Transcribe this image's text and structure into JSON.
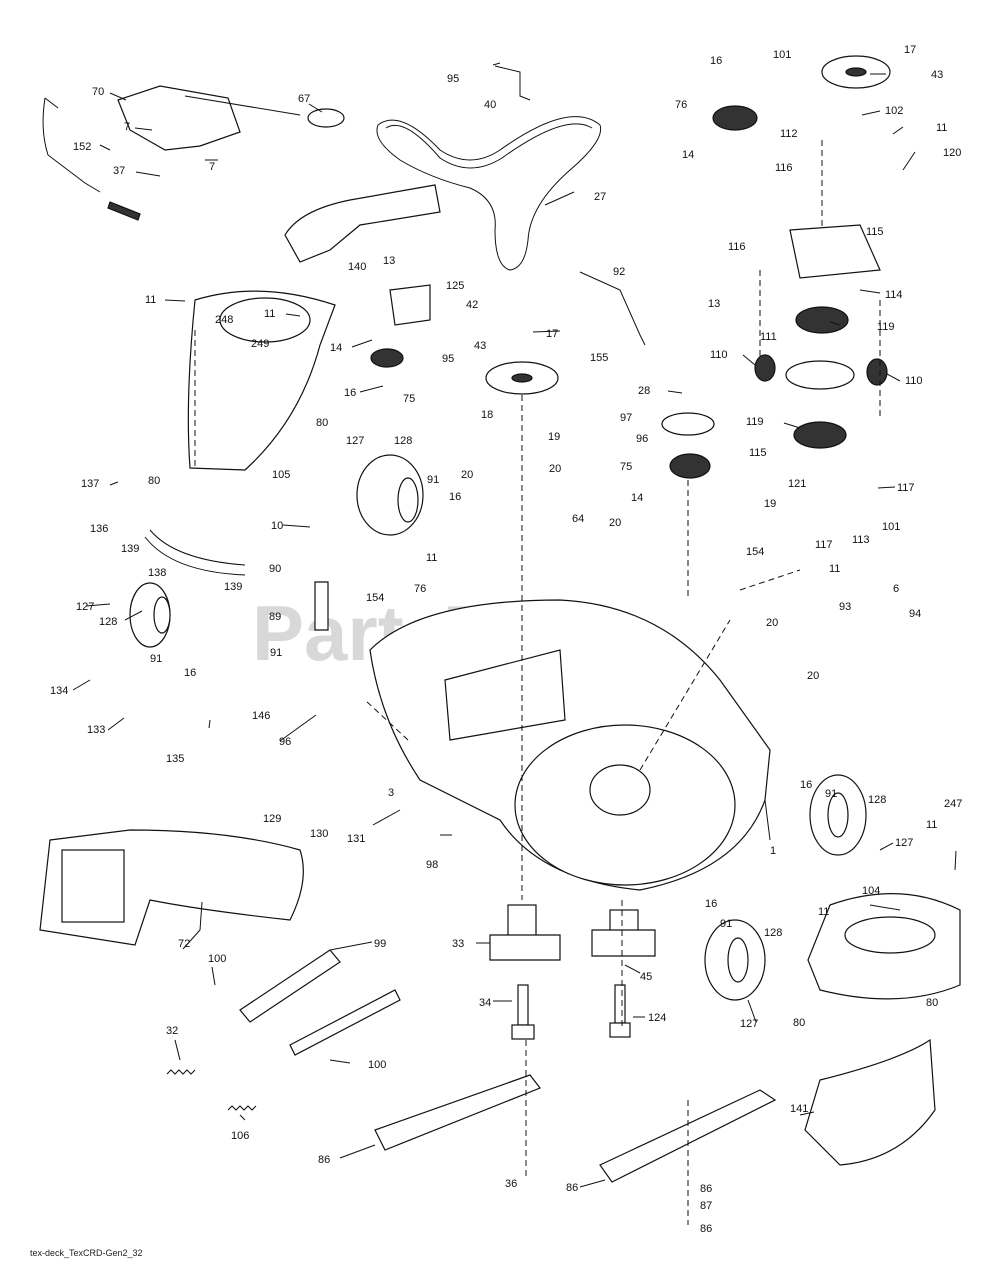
{
  "diagram": {
    "watermark": "PartsTree",
    "footer": "tex-deck_TexCRD-Gen2_32",
    "callouts": [
      {
        "id": "c70",
        "text": "70"
      },
      {
        "id": "c67",
        "text": "67"
      },
      {
        "id": "c7a",
        "text": "7"
      },
      {
        "id": "c152",
        "text": "152"
      },
      {
        "id": "c37",
        "text": "37"
      },
      {
        "id": "c7b",
        "text": "7"
      },
      {
        "id": "c95a",
        "text": "95"
      },
      {
        "id": "c40",
        "text": "40"
      },
      {
        "id": "c27",
        "text": "27"
      },
      {
        "id": "c140",
        "text": "140"
      },
      {
        "id": "c13a",
        "text": "13"
      },
      {
        "id": "c125",
        "text": "125"
      },
      {
        "id": "c42",
        "text": "42"
      },
      {
        "id": "c95b",
        "text": "95"
      },
      {
        "id": "c11a",
        "text": "11"
      },
      {
        "id": "c248",
        "text": "248"
      },
      {
        "id": "c11b",
        "text": "11"
      },
      {
        "id": "c249",
        "text": "249"
      },
      {
        "id": "c14a",
        "text": "14"
      },
      {
        "id": "c16a",
        "text": "16"
      },
      {
        "id": "c75a",
        "text": "75"
      },
      {
        "id": "c105",
        "text": "105"
      },
      {
        "id": "c80a",
        "text": "80"
      },
      {
        "id": "c80b",
        "text": "80"
      },
      {
        "id": "c127a",
        "text": "127"
      },
      {
        "id": "c128a",
        "text": "128"
      },
      {
        "id": "c91a",
        "text": "91"
      },
      {
        "id": "c16b",
        "text": "16"
      },
      {
        "id": "c137",
        "text": "137"
      },
      {
        "id": "c136",
        "text": "136"
      },
      {
        "id": "c139a",
        "text": "139"
      },
      {
        "id": "c138",
        "text": "138"
      },
      {
        "id": "c139b",
        "text": "139"
      },
      {
        "id": "c10",
        "text": "10"
      },
      {
        "id": "c90",
        "text": "90"
      },
      {
        "id": "c89",
        "text": "89"
      },
      {
        "id": "c91b",
        "text": "91"
      },
      {
        "id": "c127b",
        "text": "127"
      },
      {
        "id": "c128b",
        "text": "128"
      },
      {
        "id": "c91c",
        "text": "91"
      },
      {
        "id": "c16c",
        "text": "16"
      },
      {
        "id": "c134",
        "text": "134"
      },
      {
        "id": "c133",
        "text": "133"
      },
      {
        "id": "c146",
        "text": "146"
      },
      {
        "id": "c135",
        "text": "135"
      },
      {
        "id": "c96",
        "text": "96"
      },
      {
        "id": "c3",
        "text": "3"
      },
      {
        "id": "c129",
        "text": "129"
      },
      {
        "id": "c130",
        "text": "130"
      },
      {
        "id": "c131",
        "text": "131"
      },
      {
        "id": "c98",
        "text": "98"
      },
      {
        "id": "c72",
        "text": "72"
      },
      {
        "id": "c100a",
        "text": "100"
      },
      {
        "id": "c99",
        "text": "99"
      },
      {
        "id": "c32",
        "text": "32"
      },
      {
        "id": "c100b",
        "text": "100"
      },
      {
        "id": "c106",
        "text": "106"
      },
      {
        "id": "c86a",
        "text": "86"
      },
      {
        "id": "c36",
        "text": "36"
      },
      {
        "id": "c33",
        "text": "33"
      },
      {
        "id": "c34",
        "text": "34"
      },
      {
        "id": "c45",
        "text": "45"
      },
      {
        "id": "c124",
        "text": "124"
      },
      {
        "id": "c86b",
        "text": "86"
      },
      {
        "id": "c86c",
        "text": "86"
      },
      {
        "id": "c87",
        "text": "87"
      },
      {
        "id": "c86d",
        "text": "86"
      },
      {
        "id": "c92",
        "text": "92"
      },
      {
        "id": "c155",
        "text": "155"
      },
      {
        "id": "c43a",
        "text": "43"
      },
      {
        "id": "c17a",
        "text": "17"
      },
      {
        "id": "c18",
        "text": "18"
      },
      {
        "id": "c19a",
        "text": "19"
      },
      {
        "id": "c20a",
        "text": "20"
      },
      {
        "id": "c20b",
        "text": "20"
      },
      {
        "id": "c64",
        "text": "64"
      },
      {
        "id": "c11c",
        "text": "11"
      },
      {
        "id": "c76a",
        "text": "76"
      },
      {
        "id": "c20c",
        "text": "20"
      },
      {
        "id": "c154a",
        "text": "154"
      },
      {
        "id": "c28",
        "text": "28"
      },
      {
        "id": "c97",
        "text": "97"
      },
      {
        "id": "c96b",
        "text": "96"
      },
      {
        "id": "c75b",
        "text": "75"
      },
      {
        "id": "c14b",
        "text": "14"
      },
      {
        "id": "c154b",
        "text": "154"
      },
      {
        "id": "c11d",
        "text": "11"
      },
      {
        "id": "c93",
        "text": "93"
      },
      {
        "id": "c6",
        "text": "6"
      },
      {
        "id": "c94",
        "text": "94"
      },
      {
        "id": "c20d",
        "text": "20"
      },
      {
        "id": "c20e",
        "text": "20"
      },
      {
        "id": "c1",
        "text": "1"
      },
      {
        "id": "c16d",
        "text": "16"
      },
      {
        "id": "c91d",
        "text": "91"
      },
      {
        "id": "c128c",
        "text": "128"
      },
      {
        "id": "c127c",
        "text": "127"
      },
      {
        "id": "c11e",
        "text": "11"
      },
      {
        "id": "c247",
        "text": "247"
      },
      {
        "id": "c104",
        "text": "104"
      },
      {
        "id": "c11f",
        "text": "11"
      },
      {
        "id": "c80c",
        "text": "80"
      },
      {
        "id": "c80d",
        "text": "80"
      },
      {
        "id": "c16e",
        "text": "16"
      },
      {
        "id": "c91e",
        "text": "91"
      },
      {
        "id": "c128d",
        "text": "128"
      },
      {
        "id": "c127d",
        "text": "127"
      },
      {
        "id": "c141",
        "text": "141"
      },
      {
        "id": "c16f",
        "text": "16"
      },
      {
        "id": "c101a",
        "text": "101"
      },
      {
        "id": "c17b",
        "text": "17"
      },
      {
        "id": "c43b",
        "text": "43"
      },
      {
        "id": "c76b",
        "text": "76"
      },
      {
        "id": "c102",
        "text": "102"
      },
      {
        "id": "c112",
        "text": "112"
      },
      {
        "id": "c11g",
        "text": "11"
      },
      {
        "id": "c14c",
        "text": "14"
      },
      {
        "id": "c116a",
        "text": "116"
      },
      {
        "id": "c120",
        "text": "120"
      },
      {
        "id": "c116b",
        "text": "116"
      },
      {
        "id": "c115a",
        "text": "115"
      },
      {
        "id": "c13b",
        "text": "13"
      },
      {
        "id": "c114",
        "text": "114"
      },
      {
        "id": "c119a",
        "text": "119"
      },
      {
        "id": "c111",
        "text": "111"
      },
      {
        "id": "c110a",
        "text": "110"
      },
      {
        "id": "c110b",
        "text": "110"
      },
      {
        "id": "c119b",
        "text": "119"
      },
      {
        "id": "c115b",
        "text": "115"
      },
      {
        "id": "c121",
        "text": "121"
      },
      {
        "id": "c117a",
        "text": "117"
      },
      {
        "id": "c19b",
        "text": "19"
      },
      {
        "id": "c101b",
        "text": "101"
      },
      {
        "id": "c117b",
        "text": "117"
      },
      {
        "id": "c113",
        "text": "113"
      }
    ]
  }
}
